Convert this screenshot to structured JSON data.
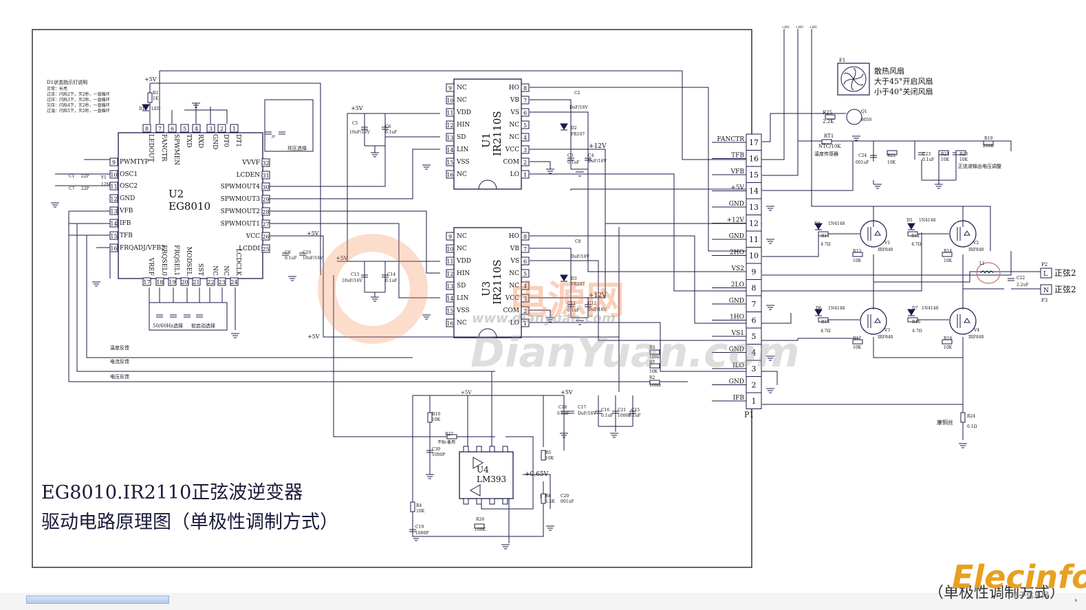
{
  "caption": {
    "line1": "EG8010.IR2110正弦波逆变器",
    "line2": "驱动电路原理图（单极性调制方式）"
  },
  "led_note": {
    "title": "D1状态指示灯说明",
    "lines": [
      "正常：长亮",
      "过流：闪烁2下，灭2秒，一直循环",
      "过压：闪烁3下，灭2秒，一直循环",
      "欠压：闪烁4下，灭2秒，一直循环",
      "过温：闪烁5下，灭2秒，一直循环"
    ]
  },
  "u2": {
    "ref": "U2",
    "part": "EG8010",
    "top_pins": [
      {
        "num": "8",
        "name": "LEDOUT"
      },
      {
        "num": "7",
        "name": "FANCTR"
      },
      {
        "num": "6",
        "name": "SPWMEN"
      },
      {
        "num": "5",
        "name": "TXD"
      },
      {
        "num": "4",
        "name": "RXD"
      },
      {
        "num": "3",
        "name": "GND"
      },
      {
        "num": "2",
        "name": "DT0"
      },
      {
        "num": "1",
        "name": "DT1"
      }
    ],
    "left_pins": [
      {
        "num": "9",
        "name": "PWMTYP"
      },
      {
        "num": "10",
        "name": "OSC1"
      },
      {
        "num": "11",
        "name": "OSC2"
      },
      {
        "num": "12",
        "name": "GND"
      },
      {
        "num": "13",
        "name": "VFB"
      },
      {
        "num": "14",
        "name": "IFB"
      },
      {
        "num": "15",
        "name": "TFB"
      },
      {
        "num": "16",
        "name": "FRQADJ/VFB2"
      }
    ],
    "bottom_pins": [
      {
        "num": "17",
        "name": "VREF"
      },
      {
        "num": "18",
        "name": "FRQSEL0"
      },
      {
        "num": "19",
        "name": "FRQSEL1"
      },
      {
        "num": "20",
        "name": "MODSEL"
      },
      {
        "num": "21",
        "name": "SST"
      },
      {
        "num": "22",
        "name": "NC"
      },
      {
        "num": "23",
        "name": "NC"
      },
      {
        "num": "24",
        "name": "LCDCLK"
      }
    ],
    "right_pins": [
      {
        "num": "32",
        "name": "VVVF"
      },
      {
        "num": "31",
        "name": "LCDEN"
      },
      {
        "num": "30",
        "name": "SPWMOUT4"
      },
      {
        "num": "29",
        "name": "SPWMOUT3"
      },
      {
        "num": "28",
        "name": "SPWMOUT2"
      },
      {
        "num": "27",
        "name": "SPWMOUT1"
      },
      {
        "num": "26",
        "name": "VCC"
      },
      {
        "num": "25",
        "name": "LCDDI"
      }
    ]
  },
  "u1": {
    "ref": "U1",
    "part": "IR2110S",
    "left_pins": [
      {
        "num": "9",
        "name": "NC"
      },
      {
        "num": "10",
        "name": "NC"
      },
      {
        "num": "11",
        "name": "VDD"
      },
      {
        "num": "12",
        "name": "HIN"
      },
      {
        "num": "13",
        "name": "SD"
      },
      {
        "num": "14",
        "name": "LIN"
      },
      {
        "num": "15",
        "name": "VSS"
      },
      {
        "num": "16",
        "name": "NC"
      }
    ],
    "right_pins": [
      {
        "num": "8",
        "name": "HO"
      },
      {
        "num": "7",
        "name": "VB"
      },
      {
        "num": "6",
        "name": "VS"
      },
      {
        "num": "5",
        "name": "NC"
      },
      {
        "num": "4",
        "name": "NC"
      },
      {
        "num": "3",
        "name": "VCC"
      },
      {
        "num": "2",
        "name": "COM"
      },
      {
        "num": "1",
        "name": "LO"
      }
    ]
  },
  "u3": {
    "ref": "U3",
    "part": "IR2110S",
    "left_pins": [
      {
        "num": "9",
        "name": "NC"
      },
      {
        "num": "10",
        "name": "NC"
      },
      {
        "num": "11",
        "name": "VDD"
      },
      {
        "num": "12",
        "name": "HIN"
      },
      {
        "num": "13",
        "name": "SD"
      },
      {
        "num": "14",
        "name": "LIN"
      },
      {
        "num": "15",
        "name": "VSS"
      },
      {
        "num": "16",
        "name": "NC"
      }
    ],
    "right_pins": [
      {
        "num": "8",
        "name": "HO"
      },
      {
        "num": "7",
        "name": "VB"
      },
      {
        "num": "6",
        "name": "VS"
      },
      {
        "num": "5",
        "name": "NC"
      },
      {
        "num": "4",
        "name": "NC"
      },
      {
        "num": "3",
        "name": "VCC"
      },
      {
        "num": "2",
        "name": "COM"
      },
      {
        "num": "1",
        "name": "LO"
      }
    ]
  },
  "u4": {
    "ref": "U4",
    "part": "LM393"
  },
  "p1": {
    "ref": "P1",
    "pins": [
      {
        "num": "17",
        "name": "FANCTR"
      },
      {
        "num": "16",
        "name": "TFB"
      },
      {
        "num": "15",
        "name": "VFB"
      },
      {
        "num": "14",
        "name": "+5V"
      },
      {
        "num": "13",
        "name": "GND"
      },
      {
        "num": "12",
        "name": "+12V"
      },
      {
        "num": "11",
        "name": "GND"
      },
      {
        "num": "10",
        "name": "2HO"
      },
      {
        "num": "9",
        "name": "VS2"
      },
      {
        "num": "8",
        "name": "2LO"
      },
      {
        "num": "7",
        "name": "GND"
      },
      {
        "num": "6",
        "name": "1HO"
      },
      {
        "num": "5",
        "name": "VS1"
      },
      {
        "num": "4",
        "name": "GND"
      },
      {
        "num": "3",
        "name": "ILO"
      },
      {
        "num": "2",
        "name": "GND"
      },
      {
        "num": "1",
        "name": "IFB"
      }
    ]
  },
  "fan": {
    "ref": "F1",
    "lines": [
      "散热风扇",
      "大于45°开启风扇",
      "小于40°关闭风扇"
    ]
  },
  "output": {
    "l_label": "正弦2",
    "n_label": "正弦2",
    "l_pin": "L",
    "n_pin": "N",
    "l_ref": "P2",
    "n_ref": "P3"
  },
  "feedback_labels": [
    "温度反馈",
    "电流反馈",
    "电压反馈"
  ],
  "rails": {
    "v5": "+5V",
    "v12": "+12V",
    "v065": "+0.65V"
  },
  "components": {
    "r1": "R1",
    "r1v": "1K",
    "d1": "D1",
    "d1v": "LED",
    "c1": "C1",
    "c1v": "22P",
    "c7": "C7",
    "c7v": "22P",
    "y1": "Y1",
    "y1v": "12M",
    "c2": "C2",
    "c2v": "DuF/16V",
    "d2": "D2",
    "d2v": "FR107",
    "c3": "C3",
    "c3v": "0.1uF",
    "c4": "C4",
    "c4v": "DuF/16V",
    "c5": "C5",
    "c5v": "10uF/16V",
    "c6": "C6",
    "c6v": "0.1uF",
    "c8": "C8",
    "c8v": "DuF/16V",
    "d3": "D3",
    "d3v": "FR107",
    "c11": "C11",
    "c11v": "0.1uF",
    "c12": "C12",
    "c12v": "DuF/16V",
    "c13": "C13",
    "c13v": "10uF/16V",
    "c14": "C14",
    "c14v": "0.1uF",
    "c9": "C9",
    "c9v": "0.1uF",
    "c10": "C10",
    "c10v": "10uF/16V",
    "r3": "R3",
    "r3v": "100Ω",
    "r7": "R7",
    "r7v": "10K",
    "r2": "R2",
    "r2v": "100Ω",
    "c16": "C16",
    "c16v": "0.1uF",
    "c21": "C21",
    "c21v": "1000P",
    "c15": "C15",
    "c15v": "0.1uF",
    "c18": "C18",
    "c18v": "0.1uF",
    "c17": "C17",
    "c17v": "DuF/16V",
    "r10": "R10",
    "r10v": "10K",
    "r27": "R27",
    "r27v": "不贴-备用",
    "c30": "C30",
    "c30v": "1000P",
    "r4": "R4",
    "r4v": "10K",
    "c19": "C19",
    "c19v": "1000P",
    "r26": "R26",
    "r26v": "100K",
    "r5": "R5",
    "r5v": "10K",
    "r6": "R6",
    "r6v": "1.5K",
    "c20": "C20",
    "c20v": "001uF",
    "r25": "R25",
    "r25v": "2.2K",
    "q1": "Q1",
    "q1v": "8050",
    "rt1": "RT1",
    "rt1v": "NTC/10K",
    "rt1d": "温度传感器",
    "c24": "C24",
    "c24v": "001uF",
    "r22": "R22",
    "r22v": "10K",
    "c23": "C23",
    "c23v": "0.1uF",
    "r21": "R21",
    "r21v": "10K",
    "r23": "R23",
    "r23v": "10K",
    "r19": "R19",
    "r19v": "200K",
    "tune_note": "正弦波输出电压调整",
    "d4": "D4",
    "d4v": "1N4148",
    "r11": "R11",
    "r11v": "4.7Ω",
    "r13": "R13",
    "r13v": "10K",
    "v1": "V1",
    "v1v": "IRF840",
    "d5": "D5",
    "d5v": "1N4148",
    "r12": "R12",
    "r12v": "4.7Ω",
    "r14": "R14",
    "r14v": "10K",
    "v2": "V2",
    "v2v": "IRF840",
    "d6": "D6",
    "d6v": "1N4148",
    "r15": "R15",
    "r15v": "4.7Ω",
    "r17": "R17",
    "r17v": "10K",
    "v3": "V3",
    "v3v": "IRF840",
    "d7": "D7",
    "d7v": "1N4148",
    "r16": "R16",
    "r16v": "4.7Ω",
    "r18": "R18",
    "r18v": "10K",
    "v4": "V4",
    "v4v": "IRF840",
    "l1": "L1",
    "c22": "C22",
    "c22v": "2.2uF",
    "r24": "R24",
    "r24v": "0.1Ω",
    "r24d": "康铜丝",
    "deadzone": "死区选择",
    "freqsel": "50/60Hz选择",
    "softstart": "软启动选择",
    "jp": "JP",
    "hv_in": "+HV"
  },
  "watermarks": {
    "brand": "DianYuan.com",
    "url": "www.dianyuan.com",
    "cn": "电源网"
  },
  "footer": {
    "elecinfo": "Elecinfo",
    "elecinfo_sub": "电子信息网",
    "next_title": "（单极性调制方式）"
  }
}
